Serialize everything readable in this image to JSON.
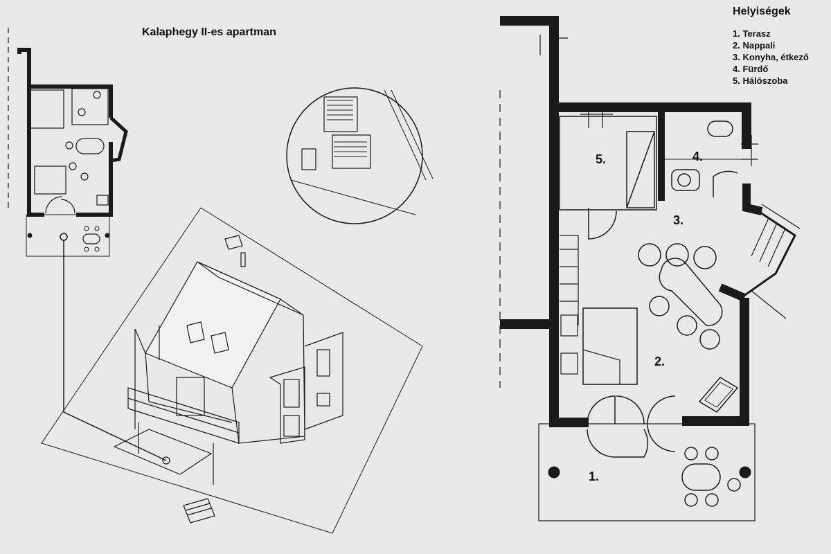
{
  "title": "Kalaphegy II-es apartman",
  "legend": {
    "heading": "Helyiségek",
    "items": [
      "1. Terasz",
      "2. Nappali",
      "3. Konyha, étkező",
      "4. Fürdő",
      "5. Hálószoba"
    ]
  },
  "room_labels": {
    "r1": "1.",
    "r2": "2.",
    "r3": "3.",
    "r4": "4.",
    "r5": "5."
  },
  "colors": {
    "paper": "#e9e9e9",
    "ink": "#111111",
    "wall": "#1a1a1a"
  }
}
